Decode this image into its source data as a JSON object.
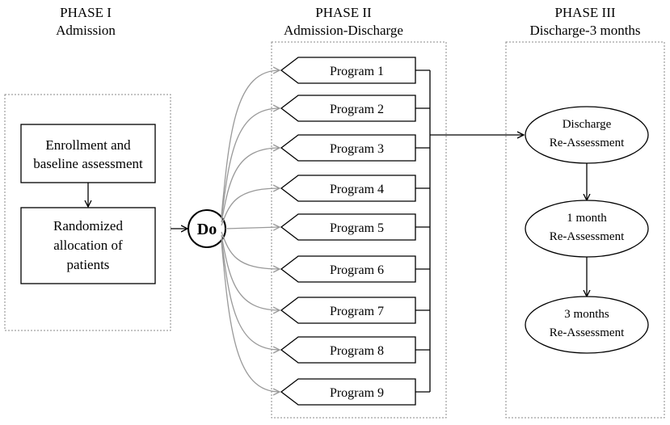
{
  "phases": [
    {
      "title": "PHASE I",
      "subtitle": "Admission"
    },
    {
      "title": "PHASE II",
      "subtitle": "Admission-Discharge"
    },
    {
      "title": "PHASE III",
      "subtitle": "Discharge-3 months"
    }
  ],
  "phase1": {
    "enrollment": [
      "Enrollment and",
      "baseline assessment"
    ],
    "randomized": [
      "Randomized",
      "allocation of",
      "patients"
    ]
  },
  "do_label": "Do",
  "programs": [
    "Program 1",
    "Program 2",
    "Program 3",
    "Program 4",
    "Program 5",
    "Program 6",
    "Program 7",
    "Program 8",
    "Program 9"
  ],
  "assessments": [
    [
      "Discharge",
      "Re-Assessment"
    ],
    [
      "1 month",
      "Re-Assessment"
    ],
    [
      "3 months",
      "Re-Assessment"
    ]
  ]
}
